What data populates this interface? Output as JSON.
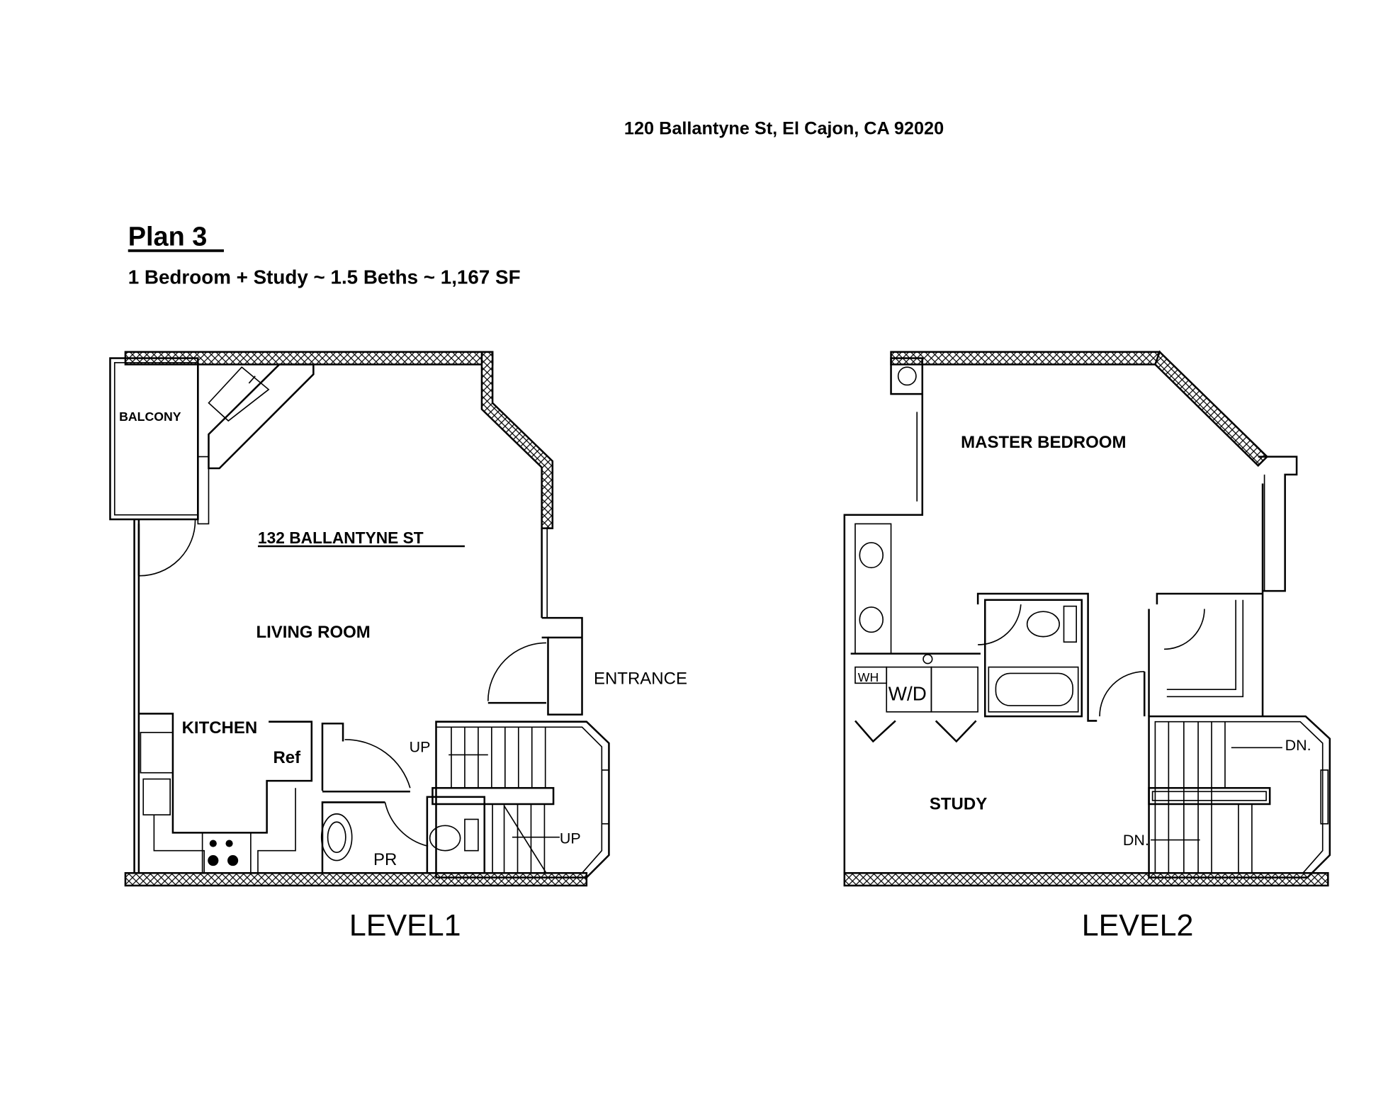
{
  "header": {
    "address": "120 Ballantyne St,  El Cajon,  CA  92020",
    "plan_title": "Plan 3",
    "plan_summary": "1 Bedroom + Study ~ 1.5 Beths ~ 1,167 SF"
  },
  "level1": {
    "caption": "LEVEL1",
    "unit_address": "132 BALLANTYNE ST",
    "rooms": {
      "balcony": "BALCONY",
      "living_room": "LIVING ROOM",
      "kitchen": "KITCHEN",
      "ref": "Ref",
      "powder_room": "PR",
      "entrance": "ENTRANCE",
      "stair_up_1": "UP",
      "stair_up_2": "UP"
    }
  },
  "level2": {
    "caption": "LEVEL2",
    "rooms": {
      "master_bedroom": "MASTER BEDROOM",
      "study": "STUDY",
      "water_heater": "WH",
      "washer_dryer": "W/D",
      "stair_down_1": "DN.",
      "stair_down_2": "DN."
    }
  }
}
